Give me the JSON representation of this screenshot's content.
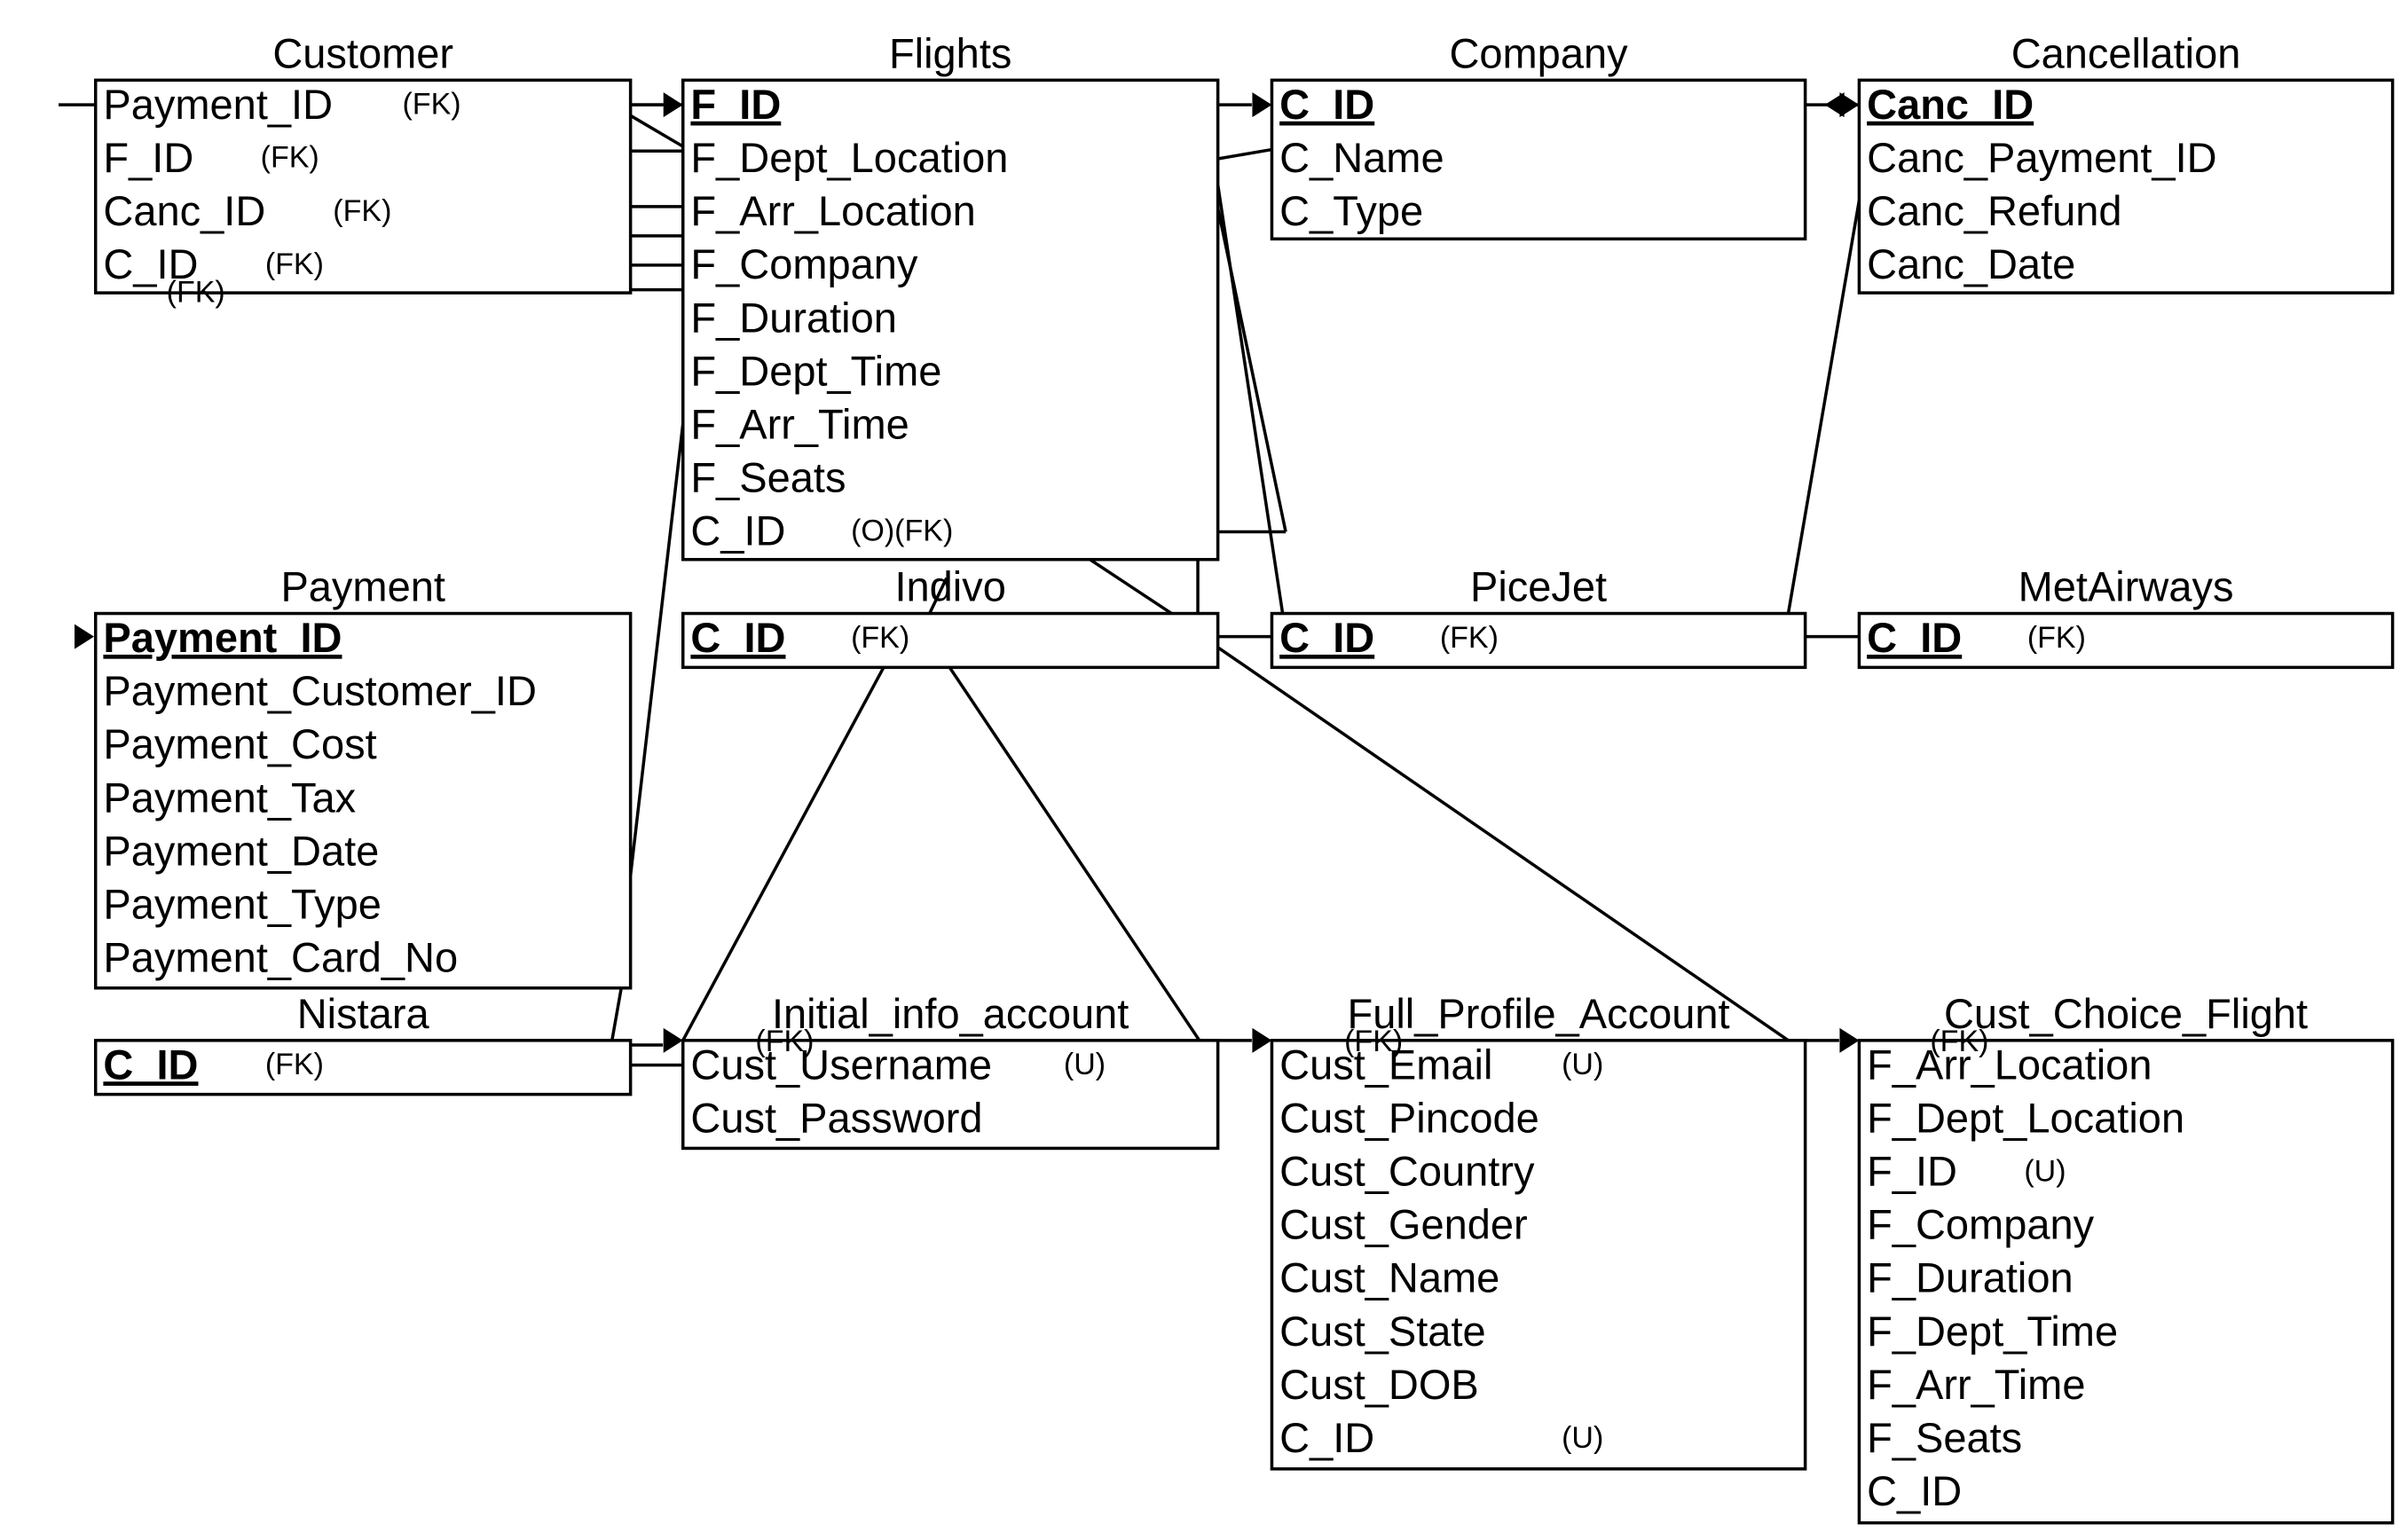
{
  "tables": [
    {
      "title": "Customer",
      "rows": [
        {
          "name": "Payment_ID",
          "tag": "(FK)"
        },
        {
          "name": "F_ID",
          "tag": "(FK)"
        },
        {
          "name": "Canc_ID",
          "tag": "(FK)"
        },
        {
          "name": "C_ID",
          "tag": "(FK)"
        }
      ],
      "extra_tags": [
        "(FK)"
      ]
    },
    {
      "title": "Flights",
      "rows": [
        {
          "name": "F_ID",
          "pk": true
        },
        {
          "name": "F_Dept_Location"
        },
        {
          "name": "F_Arr_Location"
        },
        {
          "name": "F_Company"
        },
        {
          "name": "F_Duration"
        },
        {
          "name": "F_Dept_Time"
        },
        {
          "name": "F_Arr_Time"
        },
        {
          "name": "F_Seats"
        },
        {
          "name": "C_ID",
          "tag": "(O)(FK)"
        }
      ]
    },
    {
      "title": "Company",
      "rows": [
        {
          "name": "C_ID",
          "pk": true
        },
        {
          "name": "C_Name"
        },
        {
          "name": "C_Type"
        }
      ]
    },
    {
      "title": "Cancellation",
      "rows": [
        {
          "name": "Canc_ID",
          "pk": true
        },
        {
          "name": "Canc_Payment_ID"
        },
        {
          "name": "Canc_Refund"
        },
        {
          "name": "Canc_Date"
        }
      ]
    },
    {
      "title": "Payment",
      "rows": [
        {
          "name": "Payment_ID",
          "pk": true
        },
        {
          "name": "Payment_Customer_ID"
        },
        {
          "name": "Payment_Cost"
        },
        {
          "name": "Payment_Tax"
        },
        {
          "name": "Payment_Date"
        },
        {
          "name": "Payment_Type"
        },
        {
          "name": "Payment_Card_No"
        }
      ]
    },
    {
      "title": "Indivo",
      "rows": [
        {
          "name": "C_ID",
          "pk": true,
          "tag": "(FK)"
        }
      ]
    },
    {
      "title": "PiceJet",
      "rows": [
        {
          "name": "C_ID",
          "pk": true,
          "tag": "(FK)"
        }
      ]
    },
    {
      "title": "MetAirways",
      "rows": [
        {
          "name": "C_ID",
          "pk": true,
          "tag": "(FK)"
        }
      ]
    },
    {
      "title": "Nistara",
      "rows": [
        {
          "name": "C_ID",
          "pk": true,
          "tag": "(FK)"
        }
      ]
    },
    {
      "title": "Initial_info_account",
      "rows": [
        {
          "name": "Cust_Username",
          "tag": "(U)"
        },
        {
          "name": "Cust_Password"
        }
      ],
      "extra_tags": [
        "(FK)"
      ]
    },
    {
      "title": "Full_Profile_Account",
      "rows": [
        {
          "name": "Cust_Email",
          "tag": "(U)"
        },
        {
          "name": "Cust_Pincode"
        },
        {
          "name": "Cust_Country"
        },
        {
          "name": "Cust_Gender"
        },
        {
          "name": "Cust_Name"
        },
        {
          "name": "Cust_State"
        },
        {
          "name": "Cust_DOB"
        },
        {
          "name": "C_ID",
          "tag": "(U)"
        }
      ],
      "extra_tags": [
        "(FK)"
      ]
    },
    {
      "title": "Cust_Choice_Flight",
      "rows": [
        {
          "name": "F_Arr_Location"
        },
        {
          "name": "F_Dept_Location"
        },
        {
          "name": "F_ID",
          "tag": "(U)"
        },
        {
          "name": "F_Company"
        },
        {
          "name": "F_Duration"
        },
        {
          "name": "F_Dept_Time"
        },
        {
          "name": "F_Arr_Time"
        },
        {
          "name": "F_Seats"
        },
        {
          "name": "C_ID"
        }
      ],
      "extra_tags": [
        "(FK)"
      ]
    }
  ]
}
